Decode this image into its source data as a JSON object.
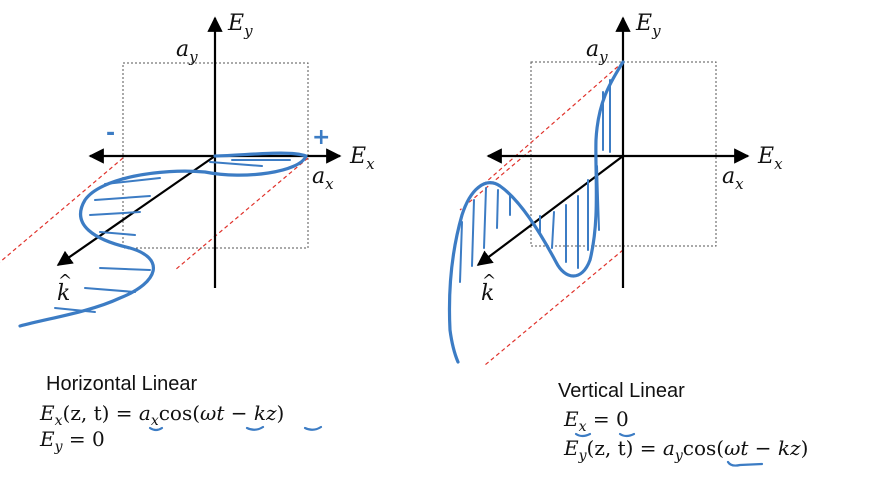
{
  "left": {
    "labels": {
      "ey": "E",
      "ey_sub": "y",
      "ay": "a",
      "ay_sub": "y",
      "ex": "E",
      "ex_sub": "x",
      "ax": "a",
      "ax_sub": "x",
      "k": "k",
      "k_hat": "^",
      "minus": "-",
      "plus": "+"
    },
    "caption": "Horizontal Linear",
    "eq1": {
      "lhs": "E",
      "lhs_sub": "x",
      "args": "(z, t) = ",
      "amp": "a",
      "amp_sub": "x",
      "func": "cos(",
      "w": "ωt",
      "minus": " − ",
      "kz": "kz",
      "close": ")"
    },
    "eq2": {
      "lhs": "E",
      "lhs_sub": "y",
      "rhs": " = 0"
    }
  },
  "right": {
    "labels": {
      "ey": "E",
      "ey_sub": "y",
      "ay": "a",
      "ay_sub": "y",
      "ex": "E",
      "ex_sub": "x",
      "ax": "a",
      "ax_sub": "x",
      "k": "k",
      "k_hat": "^"
    },
    "caption": "Vertical Linear",
    "eq1": {
      "lhs": "E",
      "lhs_sub": "x",
      "rhs": " = 0"
    },
    "eq2": {
      "lhs": "E",
      "lhs_sub": "y",
      "args": "(z, t) = ",
      "amp": "a",
      "amp_sub": "y",
      "func": "cos(",
      "w": "ωt",
      "minus": " − ",
      "kz": "kz",
      "close": ")"
    }
  },
  "colors": {
    "ink": "#3c7cc4",
    "dashed_lines": "#e0322b",
    "axes": "#000000"
  }
}
